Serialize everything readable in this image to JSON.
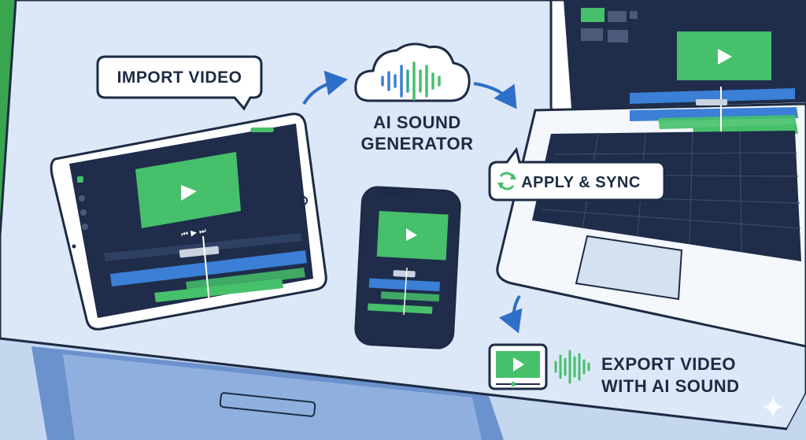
{
  "steps": {
    "import": {
      "label": "IMPORT VIDEO"
    },
    "ai": {
      "line1": "AI SOUND",
      "line2": "GENERATOR"
    },
    "apply": {
      "label": "APPLY & SYNC"
    },
    "export": {
      "line1": "EXPORT VIDEO",
      "line2": "WITH AI SOUND"
    }
  },
  "colors": {
    "background": "#3aa54f",
    "desk": "#dce8f7",
    "outline": "#1d2b44",
    "accent_green": "#46c06a",
    "accent_blue": "#3b7fd6",
    "editor_bg": "#1f2d4a"
  },
  "icons": [
    "cloud-icon",
    "waveform-icon",
    "play-icon",
    "sync-icon",
    "sparkle-icon"
  ]
}
